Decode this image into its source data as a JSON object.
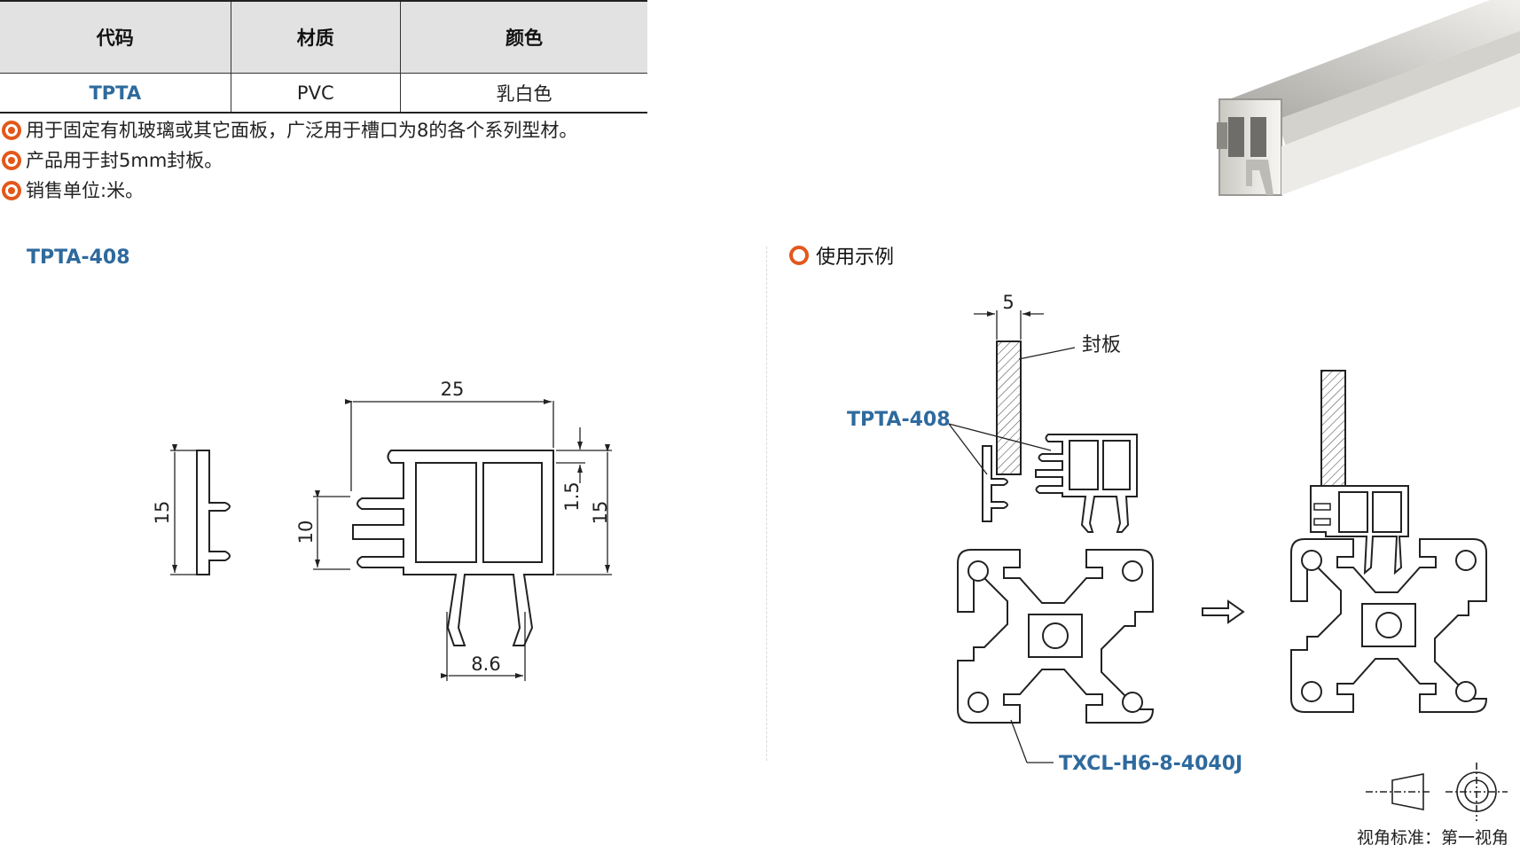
{
  "table": {
    "headers": [
      "代码",
      "材质",
      "颜色"
    ],
    "rows": [
      [
        "TPTA",
        "PVC",
        "乳白色"
      ]
    ]
  },
  "bullets": [
    "用于固定有机玻璃或其它面板，广泛用于槽口为8的各个系列型材。",
    "产品用于封5mm封板。",
    "销售单位:米。"
  ],
  "drawing": {
    "model_label": "TPTA-408",
    "dimensions": {
      "width": "25",
      "height_left": "15",
      "slot_height": "10",
      "lip": "1.5",
      "height_right": "15",
      "leg_gap": "8.6"
    }
  },
  "usage": {
    "title": "使用示例",
    "panel_thickness": "5",
    "panel_label": "封板",
    "part_label": "TPTA-408",
    "profile_label": "TXCL-H6-8-4040J"
  },
  "view_standard": "视角标准：第一视角",
  "colors": {
    "accent": "#e2581b",
    "label_blue": "#2e6a9e",
    "header_bg": "#e2e2e2"
  }
}
